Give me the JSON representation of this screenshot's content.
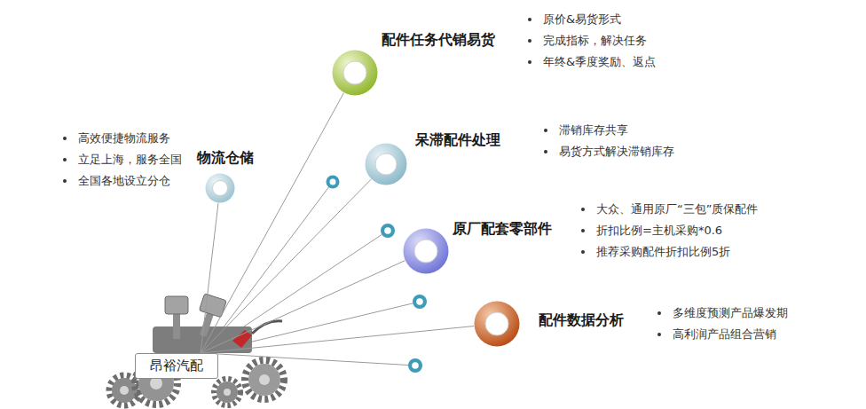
{
  "diagram": {
    "nodes": [
      {
        "text": [
          "配件任务代销易货",
          "原价&易货形式",
          "完成指标，解决任务",
          "年终&季度奖励、返点"
        ]
      },
      {
        "text": [
          "呆滞配件处理",
          "滞销库存共享",
          "易货方式解决滞销库存"
        ]
      },
      {
        "text": [
          "物流仓储",
          "高效便捷物流服务",
          "立足上海，服务全国",
          "全国各地设立分仓"
        ]
      },
      {
        "text": [
          "原厂配套零部件",
          "大众、通用原厂“三包”质保配件",
          "折扣比例=主机采购*0.6",
          "推荐采购配件折扣比例5折"
        ]
      },
      {
        "text": [
          "配件数据分析",
          "多维度预测产品爆发期",
          "高利润产品组合营销"
        ]
      },
      {
        "text": [
          "昂裕汽配"
        ]
      }
    ],
    "edges": [
      {
        "from": 5,
        "to": 0,
        "arrow": "none"
      },
      {
        "from": 5,
        "to": 1,
        "arrow": "none"
      },
      {
        "from": 5,
        "to": 2,
        "arrow": "none"
      },
      {
        "from": 5,
        "to": 3,
        "arrow": "none"
      },
      {
        "from": 5,
        "to": 4,
        "arrow": "none"
      }
    ]
  }
}
